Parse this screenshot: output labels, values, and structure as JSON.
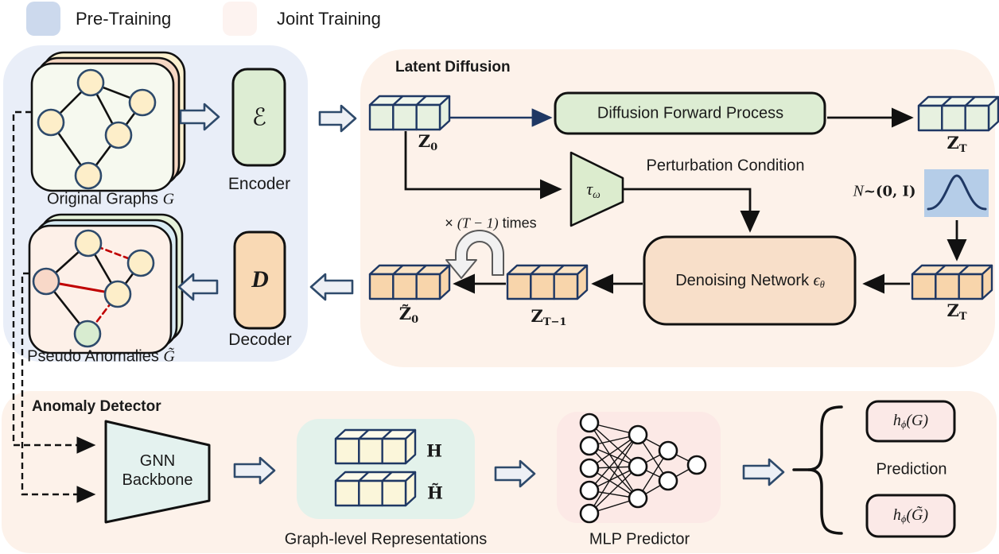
{
  "palette": {
    "pretrain_panel": "#e9eef8",
    "joint_panel": "#fdf2ea",
    "legend_pretrain": "#ccd9ed",
    "legend_joint": "#fdf3f0",
    "green_box": "#ddedd3",
    "orange_box": "#f9d9b4",
    "denoise_box": "#f8dfc9",
    "tau_trap": "#dcecce",
    "gnn_trap": "#e4f2ef",
    "gauss_box": "#b5cde8",
    "mint_box": "#e3f2eb",
    "mlp_box": "#fce9e6",
    "pred_box": "#fbe9e7",
    "cube_green": "#e7f1e0",
    "cube_green_top": "#f1f7ec",
    "cube_orange": "#f8d5ab",
    "cube_orange_top": "#fae3c4",
    "cube_cream": "#fbf6da",
    "cube_cream_top": "#fdfaea",
    "cube_border": "#1f3864",
    "node_yellow": "#fdeec9",
    "node_pink": "#f8d8c8",
    "node_green": "#d8ecd0",
    "node_border": "#2e4a6b",
    "card_front_original": "#f6f9ef",
    "card_back_yellow": "#fbf0cf",
    "card_back_peach": "#f6d7c3",
    "card_front_pseudo": "#fdf0e8",
    "card_back_green": "#e6f2da",
    "card_back_blue": "#d9ecf4",
    "block_arrow_fill": "#edf0f5",
    "block_arrow_stroke": "#2e4a6b",
    "red_edge": "#c00000",
    "navy_arrow": "#1f3864"
  },
  "legend": {
    "pretrain": "Pre-Training",
    "joint": "Joint Training"
  },
  "pretraining": {
    "original_graphs_label": "Original Graphs",
    "original_symbol": "G",
    "encoder_symbol": "ℰ",
    "encoder_label": "Encoder",
    "pseudo_label": "Pseudo Anomalies",
    "pseudo_symbol": "G̃",
    "decoder_symbol": "D",
    "decoder_label": "Decoder"
  },
  "latent_diffusion": {
    "title": "Latent Diffusion",
    "z0": {
      "base": "Z",
      "sub": "0"
    },
    "forward_box": "Diffusion Forward Process",
    "zT_top": {
      "base": "Z",
      "sub": "T"
    },
    "tau": {
      "base": "τ",
      "sub": "ω"
    },
    "perturbation": "Perturbation Condition",
    "noise": {
      "script_n": "N",
      "rest": "~(0, I)"
    },
    "denoise": {
      "text": "Denoising Network",
      "eps": "ϵ",
      "eps_sub": "θ"
    },
    "zT_bottom": {
      "base": "Z",
      "sub": "T"
    },
    "zTm1": {
      "base": "Z",
      "sub": "T−1"
    },
    "z0_tilde": {
      "base": "Z̃",
      "sub": "0"
    },
    "loop": {
      "prefix": "×",
      "math": "(T − 1)",
      "suffix": "times"
    }
  },
  "anomaly_detector": {
    "title": "Anomaly Detector",
    "gnn_line1": "GNN",
    "gnn_line2": "Backbone",
    "h": "H",
    "h_tilde": "H̃",
    "repr_label": "Graph-level Representations",
    "mlp_label": "MLP Predictor",
    "prediction_label": "Prediction",
    "pred_g": {
      "base": "h",
      "sub": "ϕ",
      "arg": "(G)"
    },
    "pred_gt": {
      "base": "h",
      "sub": "ϕ",
      "arg": "(G̃)"
    }
  }
}
